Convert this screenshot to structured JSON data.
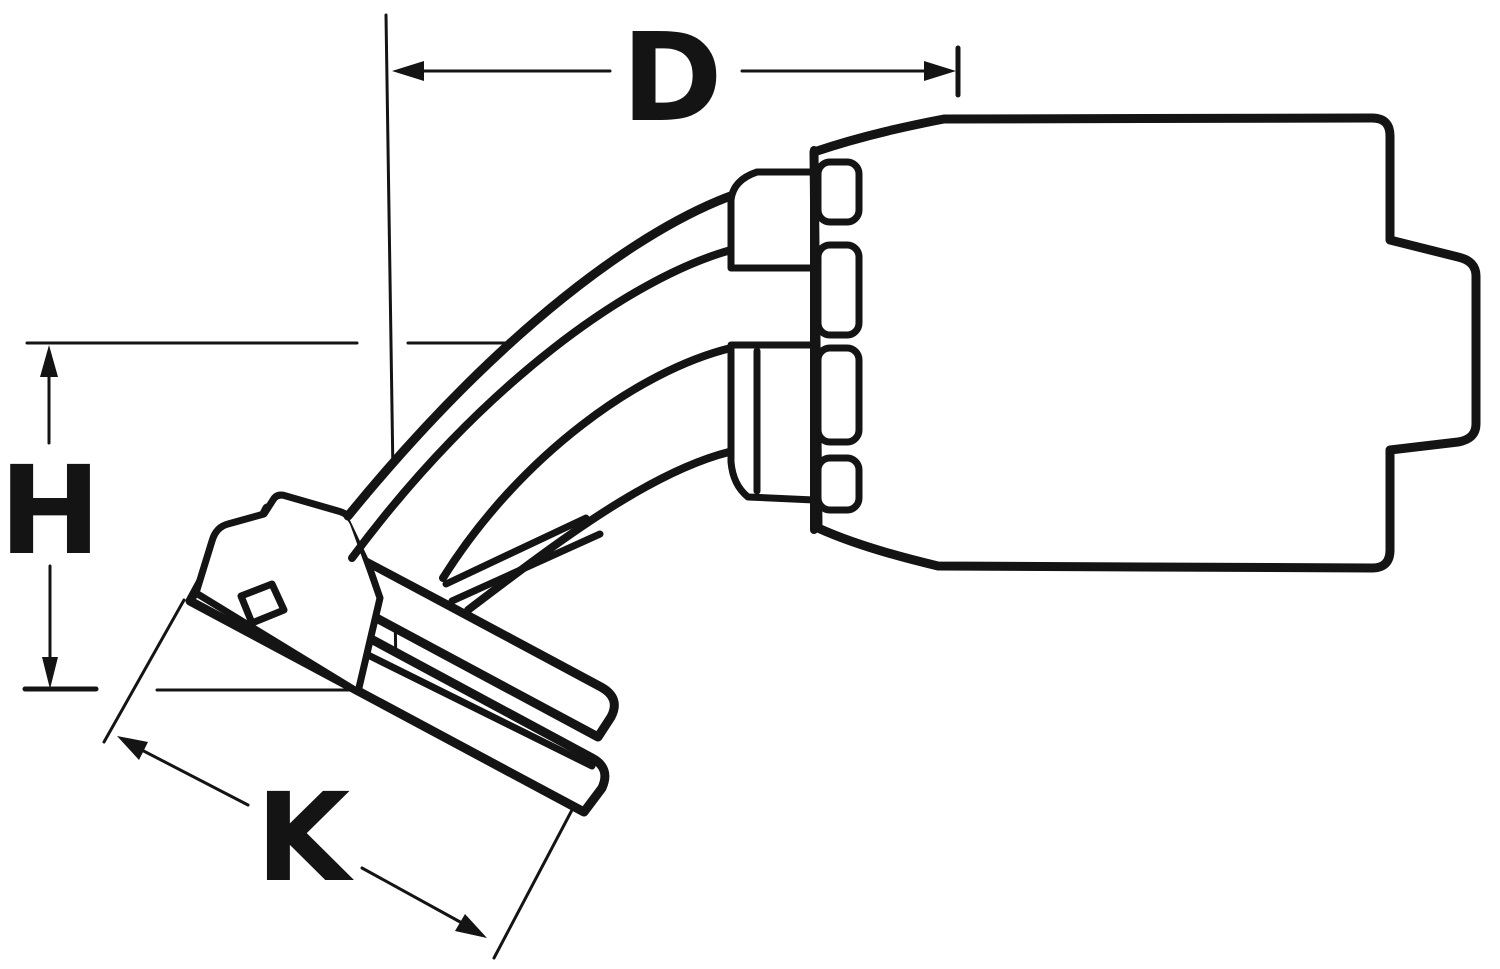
{
  "page": {
    "kind": "technical-line-drawing",
    "subject": "45-degree split-flange elbow crimp hose fitting, side profile view",
    "background_color": "#ffffff",
    "ink_color": "#141414"
  },
  "dimensions": {
    "d": {
      "label": "D",
      "orientation": "horizontal",
      "description": "cutoff length from flange face plane to shell end"
    },
    "h": {
      "label": "H",
      "orientation": "vertical",
      "description": "drop height from hose centerline to flange face center"
    },
    "k": {
      "label": "K",
      "orientation": "diagonal",
      "description": "flange head width across sealing face"
    }
  },
  "parts": {
    "crimp_shell": "crimp shell (ferrule) body",
    "crimp_collar": "serrated crimp collar with notches",
    "hex_nut": "hex collar at shell inlet",
    "elbow_tube": "bent elbow tube",
    "flange_head": "angled flange head with sealing face",
    "flange_clamp": "stepped split-flange clamp halves",
    "bolt_slot": "clamp bolt slot"
  }
}
